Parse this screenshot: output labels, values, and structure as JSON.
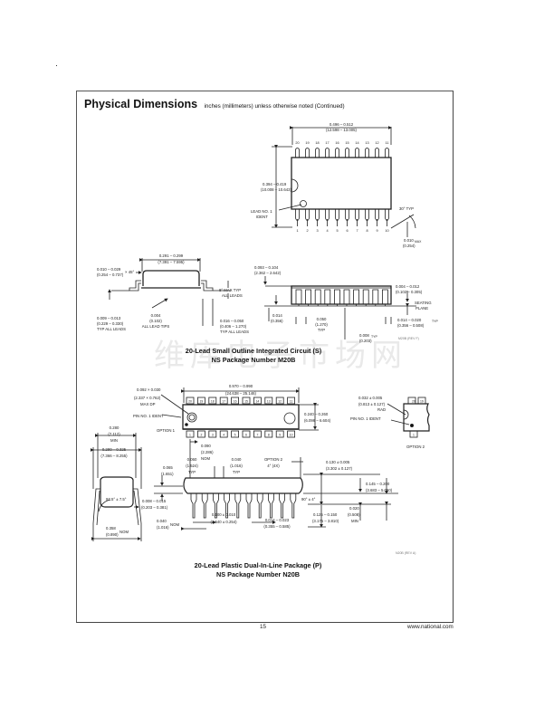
{
  "header": {
    "title": "Physical Dimensions",
    "subtitle": "inches (millimeters) unless otherwise noted  (Continued)"
  },
  "watermark": "维库电子市场网",
  "so_package": {
    "top_view": {
      "top_pins": [
        "20",
        "19",
        "18",
        "17",
        "16",
        "15",
        "14",
        "13",
        "12",
        "11"
      ],
      "bottom_pins": [
        "1",
        "2",
        "3",
        "4",
        "5",
        "6",
        "7",
        "8",
        "9",
        "10"
      ],
      "length": "0.496 – 0.512",
      "length_mm": "(12.598 – 13.005)",
      "width": "0.394 – 0.419",
      "width_mm": "(10.008 – 10.643)",
      "lead1_label_a": "LEAD NO. 1",
      "lead1_label_b": "IDENT",
      "angle": "30° TYP",
      "max_val": "0.010",
      "max_label": "MAX",
      "max_mm": "(0.254)"
    },
    "end_view": {
      "body_w": "0.291 – 0.299",
      "body_w_mm": "(7.391 – 7.595)",
      "chamfer": "0.010 – 0.029",
      "chamfer_mm": "(0.254 – 0.737)",
      "chamfer_angle": "× 45°",
      "lead_angle_a": "8° MAX TYP",
      "lead_angle_b": "ALL LEADS",
      "lead_thk": "0.009 – 0.013",
      "lead_thk_mm": "(0.229 – 0.330)",
      "lead_thk_note": "TYP ALL LEADS",
      "lead_r": "0.004",
      "lead_r_mm": "(0.102)",
      "lead_r_note": "ALL LEAD TIPS",
      "foot": "0.016 – 0.050",
      "foot_mm": "(0.406 – 1.270)",
      "foot_note": "TYP ALL LEADS"
    },
    "side_view": {
      "height": "0.093 – 0.104",
      "height_mm": "(2.362 – 2.642)",
      "standoff": "0.004 – 0.012",
      "standoff_mm": "(0.102 – 0.305)",
      "seating_a": "SEATING",
      "seating_b": "PLANE",
      "t014": "0.014",
      "t014_mm": "(0.356)",
      "pitch": "0.050",
      "pitch_mm": "(1.270)",
      "pitch_note": "TYP",
      "lead_w": "0.014 – 0.020",
      "lead_w_mm": "(0.356 – 0.508)",
      "lead_w_note": "TYP",
      "tip": "0.008",
      "tip_mm": "(0.203)",
      "tip_note": "TYP"
    },
    "ref": "M20B (REV F)",
    "caption_line1": "20-Lead Small Outline Integrated Circuit (S)",
    "caption_line2": "NS Package Number M20B"
  },
  "dip_package": {
    "top_view": {
      "top_pins": [
        "20",
        "19",
        "18",
        "17",
        "16",
        "15",
        "14",
        "13",
        "12",
        "11"
      ],
      "bottom_pins": [
        "1",
        "2",
        "3",
        "4",
        "5",
        "6",
        "7",
        "8",
        "9",
        "10"
      ],
      "length": "0.970 – 0.990",
      "length_mm": "(24.638 – 25.146)",
      "ident_dim": "0.092 × 0.030",
      "ident_dim_mm": "(2.337 × 0.762)",
      "ident_dim_note": "MAX DP",
      "pin1_ident": "PIN NO. 1 IDENT",
      "option1": "OPTION 1",
      "width": "0.240 – 0.260",
      "width_mm": "(6.096 – 6.604)"
    },
    "option2_view": {
      "pins_top": [
        "20",
        "19"
      ],
      "pin_bottom": "1",
      "radius": "0.032 ± 0.005",
      "radius_mm": "(0.813 ± 0.127)",
      "radius_note": "RAD",
      "pin1_ident": "PIN NO. 1 IDENT",
      "label": "OPTION 2"
    },
    "end_view": {
      "min_w": "0.280",
      "min_w_mm": "(7.112)",
      "min_note": "MIN",
      "row_sp": "0.290 – 0.325",
      "row_sp_mm": "(7.366 – 8.255)",
      "angle": "97.5° ± 7.5°",
      "lead_thk": "0.008 – 0.015",
      "lead_thk_mm": "(0.203 – 0.381)",
      "nom_w": "0.358",
      "nom_w_mm": "(0.890)",
      "nom_note": "NOM"
    },
    "side_view": {
      "end_lead": "0.090",
      "end_lead_mm": "(2.286)",
      "end_lead_note": "NOM",
      "d065": "0.065",
      "d065_mm": "(1.651)",
      "shoulder": "0.060",
      "shoulder_mm": "(1.524)",
      "shoulder_note": "TYP",
      "d040": "0.040",
      "d040_mm": "(1.016)",
      "d040_note": "TYP",
      "option2": "OPTION 2",
      "option2_angle": "4° (4X)",
      "seat": "0.130 ± 0.005",
      "seat_mm": "(3.302 ± 0.127)",
      "height": "0.145 – 0.200",
      "height_mm": "(3.683 – 5.080)",
      "taper": "90° ± 4°",
      "min_seat": "0.020",
      "min_seat_mm": "(0.508)",
      "min_note": "MIN",
      "nom040": "0.040",
      "nom040_mm": "(1.016)",
      "nom_note": "NOM",
      "pitch": "0.100 ± 0.010",
      "pitch_mm": "(2.540 ± 0.254)",
      "lead_w": "0.014 – 0.023",
      "lead_w_mm": "(0.355 – 0.585)",
      "lead_len": "0.125 – 0.150",
      "lead_len_mm": "(3.175 – 3.810)"
    },
    "ref": "N20B (REV A)",
    "caption_line1": "20-Lead Plastic Dual-In-Line Package (P)",
    "caption_line2": "NS Package Number N20B"
  },
  "footer": {
    "page_number": "15",
    "website": "www.national.com"
  }
}
